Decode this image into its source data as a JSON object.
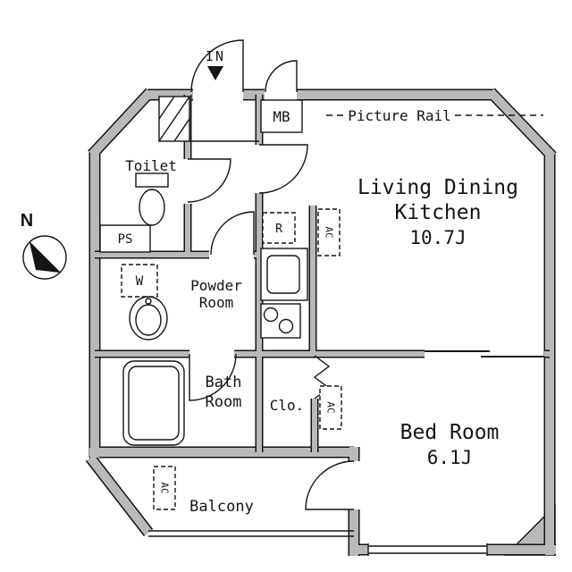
{
  "plan": {
    "compass_label": "N",
    "entrance_label": "IN",
    "mb_label": "MB",
    "picture_rail_label": "Picture Rail",
    "toilet_label": "Toilet",
    "ps_label": "PS",
    "washer_label": "W",
    "fridge_label": "R",
    "ac_label": "AC",
    "powder_line1": "Powder",
    "powder_line2": "Room",
    "bath_line1": "Bath",
    "bath_line2": "Room",
    "closet_label": "Clo.",
    "balcony_label": "Balcony",
    "ldk_line1": "Living Dining",
    "ldk_line2": "Kitchen",
    "ldk_size": "10.7J",
    "bedroom_label": "Bed Room",
    "bedroom_size": "6.1J"
  },
  "colors": {
    "wall_fill": "#b9b9b9",
    "line": "#141414",
    "background": "#ffffff"
  }
}
